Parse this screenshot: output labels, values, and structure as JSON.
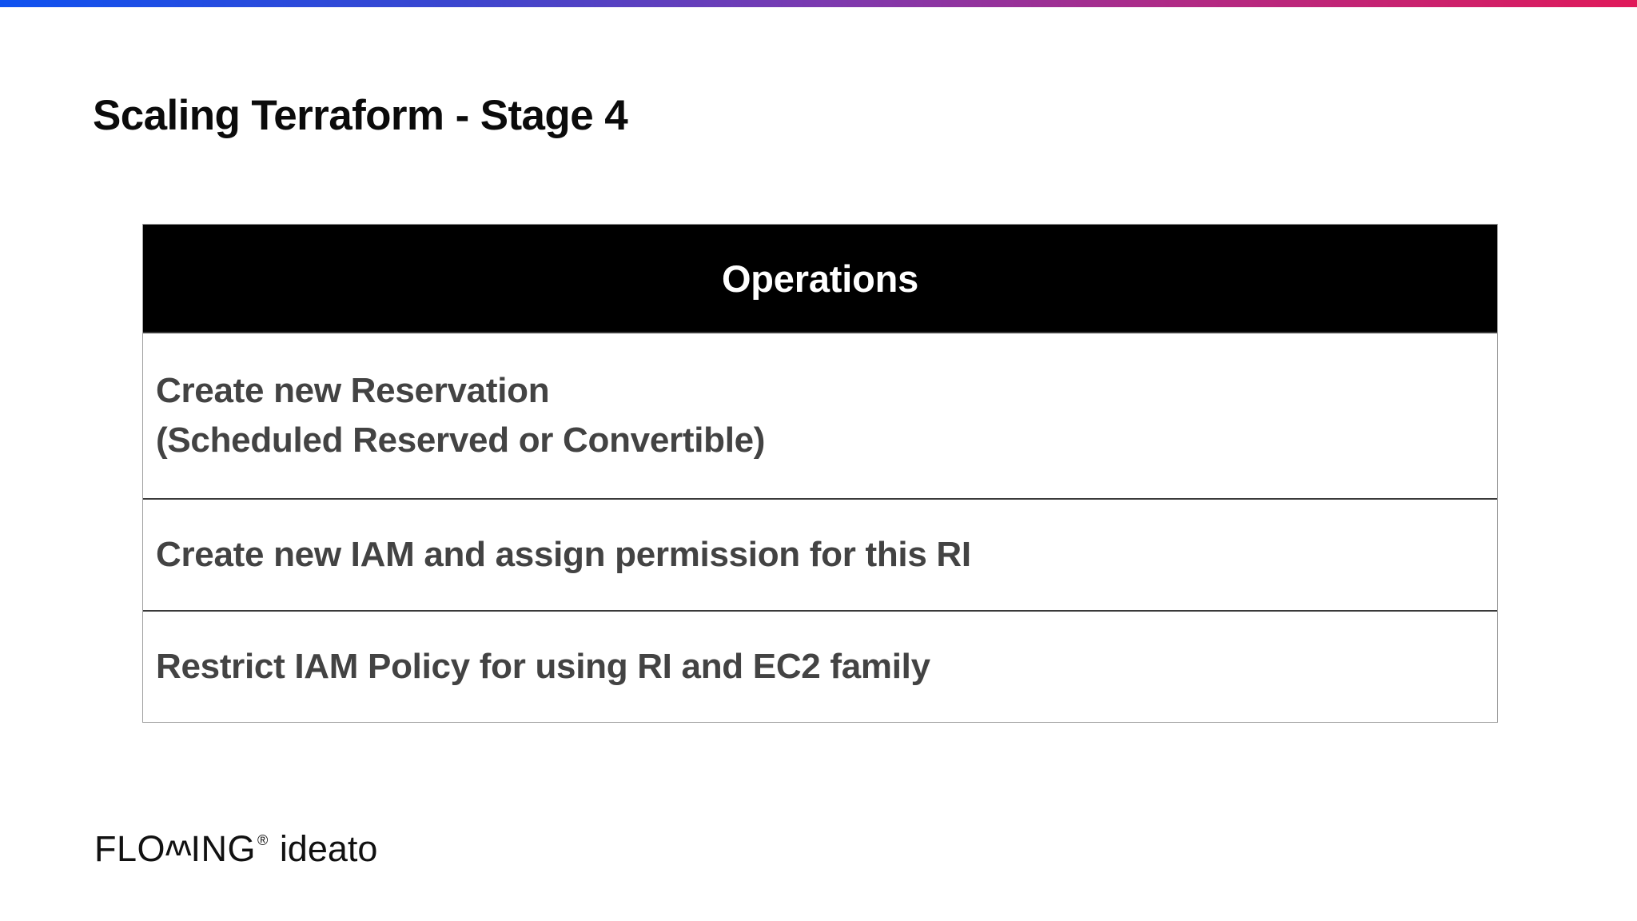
{
  "theme": {
    "accent_gradient_start": "#0f52f0",
    "accent_gradient_mid": "#7b3ab0",
    "accent_gradient_end": "#e01a5a",
    "header_background": "#000000",
    "header_text_color": "#ffffff",
    "body_text_color": "#434343",
    "title_color": "#0b0b0b",
    "page_background": "#ffffff"
  },
  "slide": {
    "title": "Scaling Terraform - Stage 4"
  },
  "table": {
    "columns": [
      "Operations"
    ],
    "rows": [
      {
        "text": "Create new Reservation\n(Scheduled Reserved or Convertible)"
      },
      {
        "text": "Create new IAM and assign permission for this RI"
      },
      {
        "text": "Restrict IAM Policy for using RI and EC2 family"
      }
    ]
  },
  "footer": {
    "logo_primary": "FLO",
    "logo_w": "ʍ",
    "logo_primary_tail": "ING",
    "logo_registered": "®",
    "logo_secondary": "ideato",
    "logo_full_text": "FLOWING® ideato"
  }
}
